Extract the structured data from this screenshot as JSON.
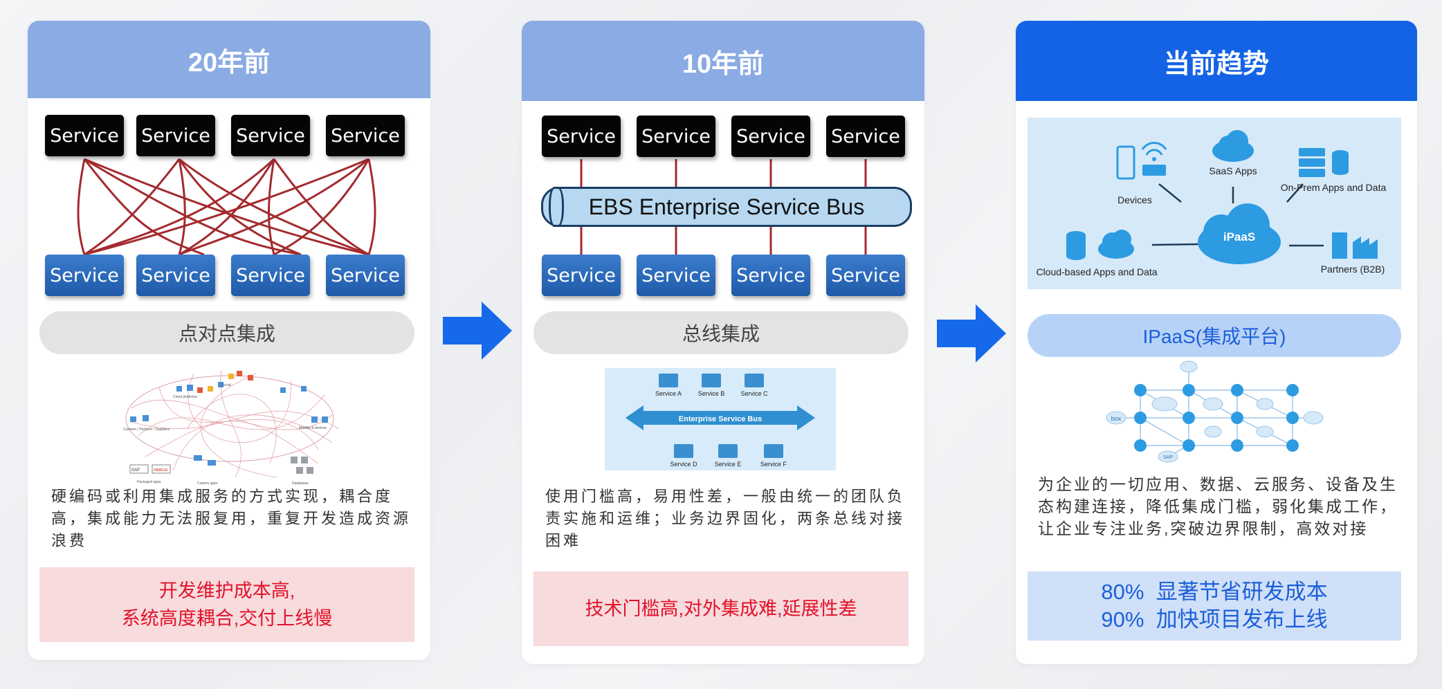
{
  "panels": [
    {
      "title": "20年前",
      "top_services": [
        "Service",
        "Service",
        "Service",
        "Service"
      ],
      "bottom_services": [
        "Service",
        "Service",
        "Service",
        "Service"
      ],
      "pill": "点对点集成",
      "mini_labels": [
        "Cutomer / Partners / Suppliers",
        "Cloud platforms",
        "Social",
        "Mobility & devices",
        "Packaged apps",
        "Custom apps",
        "Databases",
        "SAP",
        "ORACLE"
      ],
      "desc": "硬编码或利用集成服务的方式实现，耦合度高，集成能力无法服复用，重复开发造成资源浪费",
      "box_lines": [
        "开发维护成本高,",
        "系统高度耦合,交付上线慢"
      ]
    },
    {
      "title": "10年前",
      "top_services": [
        "Service",
        "Service",
        "Service",
        "Service"
      ],
      "bus_label": "EBS Enterprise Service Bus",
      "bottom_services": [
        "Service",
        "Service",
        "Service",
        "Service"
      ],
      "pill": "总线集成",
      "esb": {
        "bus": "Enterprise Service Bus",
        "top": [
          "Service A",
          "Service B",
          "Service C"
        ],
        "bottom": [
          "Service D",
          "Service E",
          "Service F"
        ]
      },
      "desc": "使用门槛高，易用性差，一般由统一的团队负责实施和运维；业务边界固化，两条总线对接困难",
      "box_lines": [
        "技术门槛高,对外集成难,延展性差"
      ]
    },
    {
      "title": "当前趋势",
      "ipaas": {
        "center": "iPaaS",
        "devices": "Devices",
        "saas": "SaaS Apps",
        "onprem": "On-Prem Apps and Data",
        "cloud": "Cloud-based Apps and Data",
        "partners": "Partners (B2B)"
      },
      "pill": "IPaaS(集成平台)",
      "net_labels": [
        "box",
        "SAP"
      ],
      "desc": "为企业的一切应用、数据、云服务、设备及生态构建连接，降低集成门槛，弱化集成工作，让企业专注业务,突破边界限制，高效对接",
      "box_lines": [
        "80%  显著节省研发成本",
        "90%  加快项目发布上线"
      ]
    }
  ],
  "colors": {
    "head_light": "#8aabe3",
    "head_dark": "#1463e6",
    "red_text": "#e2122a",
    "pink_box": "#f7dbdd",
    "blue_box": "#cfe0f8",
    "blue_text": "#1d5fd9",
    "arrow": "#1769ec",
    "link_red": "#a32a2e"
  }
}
